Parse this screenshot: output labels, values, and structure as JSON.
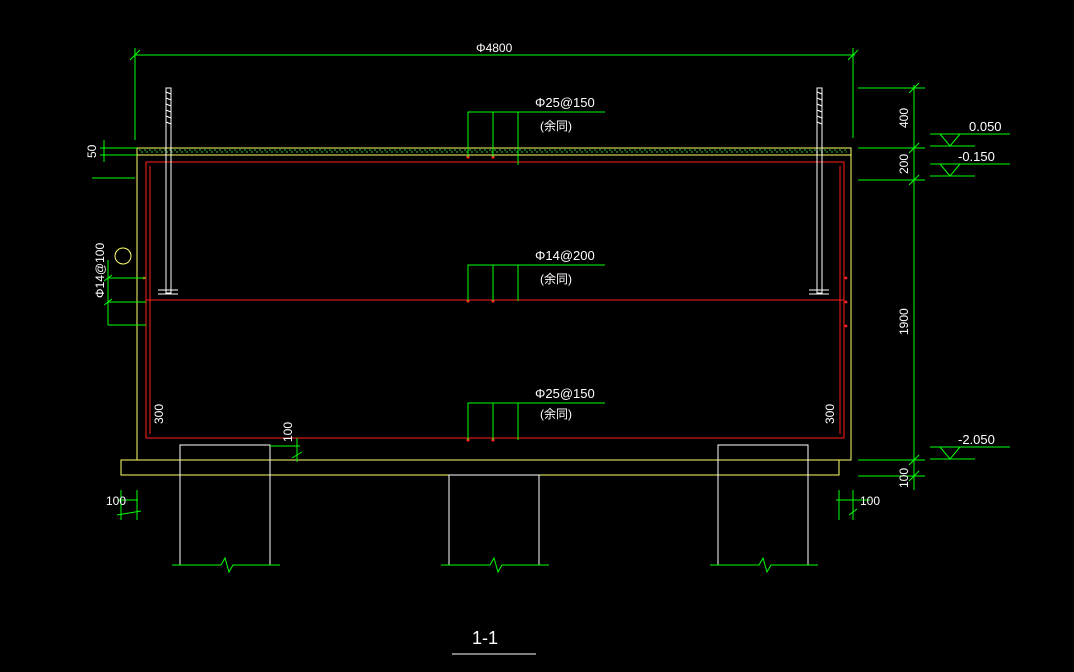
{
  "drawing": {
    "section_title": "1-1",
    "overall_dimension": "Φ4800",
    "dimensions": {
      "top_slab_thickness": "50",
      "right_top": "400",
      "right_slab": "200",
      "right_height": "1900",
      "right_bottom": "100",
      "left_bar": "Φ14@100",
      "corner_left": "300",
      "corner_right": "300",
      "bottom_gap": "100",
      "left_overhang": "100",
      "right_overhang": "100"
    },
    "rebar_callouts": [
      {
        "spec": "Φ25@150",
        "note": "(余同)"
      },
      {
        "spec": "Φ14@200",
        "note": "(余同)"
      },
      {
        "spec": "Φ25@150",
        "note": "(余同)"
      }
    ],
    "elevations": {
      "top": "0.050",
      "slab_bottom": "-0.150",
      "bottom": "-2.050"
    },
    "colors": {
      "background": "#000000",
      "dimension_lines": "#00ff00",
      "outline": "#ffff66",
      "rebar": "#ff2020",
      "text": "#ffffff",
      "pile": "#ffffff"
    }
  }
}
